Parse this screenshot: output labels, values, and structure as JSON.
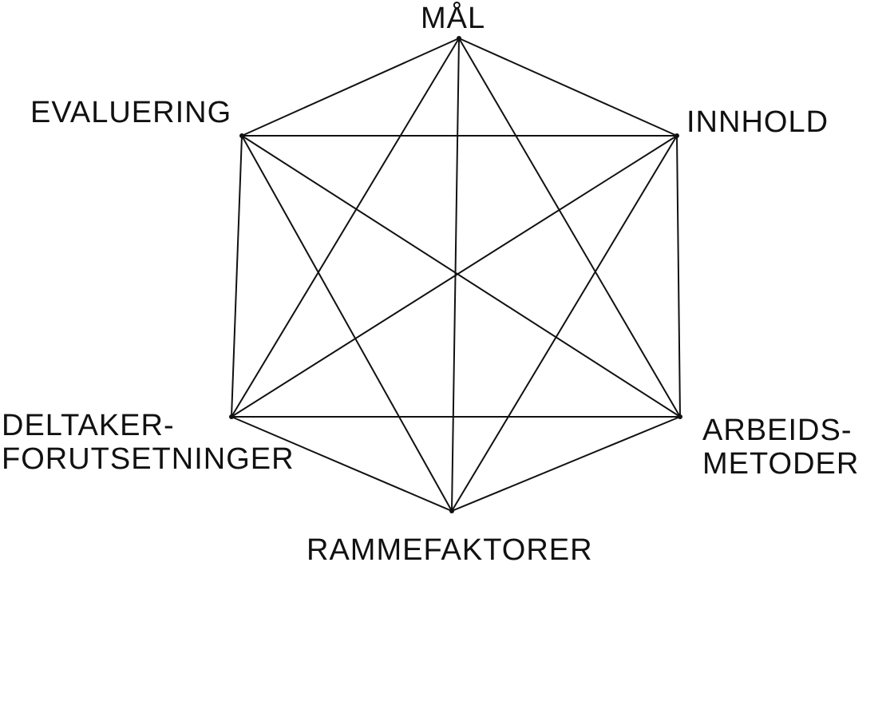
{
  "diagram": {
    "line_color": "#111111",
    "background": "#ffffff",
    "nodes": [
      {
        "id": "maal",
        "label": "MÅL"
      },
      {
        "id": "innhold",
        "label": "INNHOLD"
      },
      {
        "id": "arbeidsmetoder",
        "label": "ARBEIDS-\nMETODER"
      },
      {
        "id": "rammefaktorer",
        "label": "RAMMEFAKTORER"
      },
      {
        "id": "deltakerforutsetninger",
        "label": "DELTAKER-\nFORUTSETNINGER"
      },
      {
        "id": "evaluering",
        "label": "EVALUERING"
      }
    ]
  }
}
